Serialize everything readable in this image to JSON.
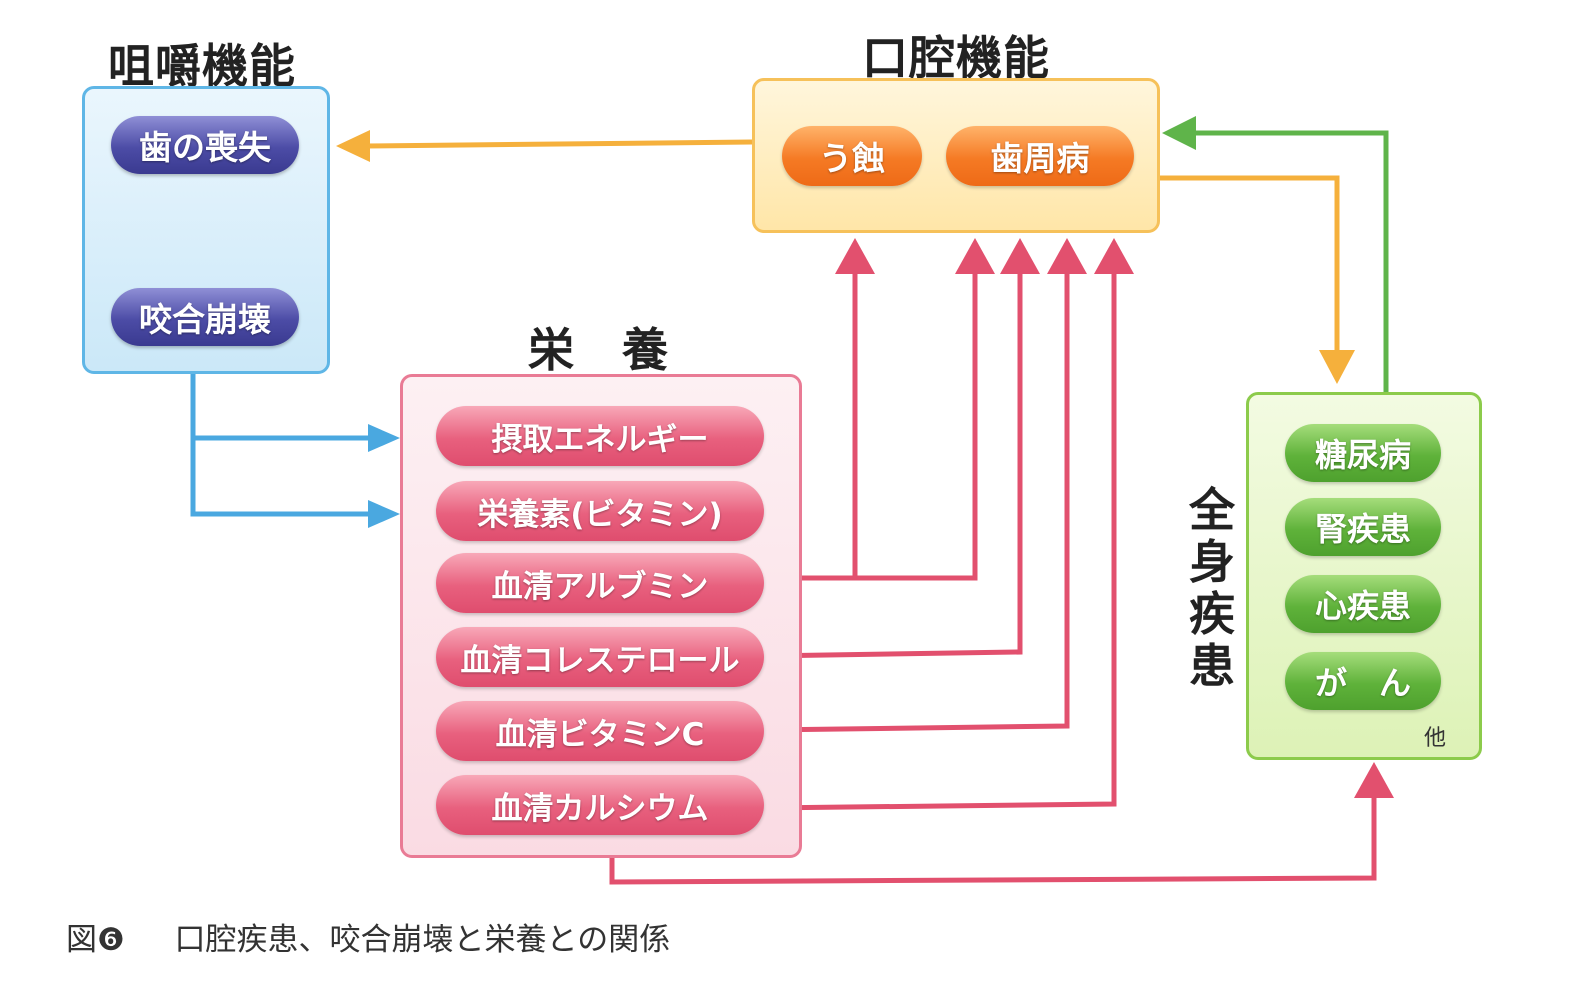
{
  "headings": {
    "mastication": "咀嚼機能",
    "oral": "口腔機能",
    "nutrition": "栄　養",
    "systemic": [
      "全",
      "身",
      "疾",
      "患"
    ]
  },
  "mastication_items": [
    "歯の喪失",
    "咬合崩壊"
  ],
  "oral_items": [
    "う蝕",
    "歯周病"
  ],
  "nutrition_items": [
    "摂取エネルギー",
    "栄養素(ビタミン)",
    "血清アルブミン",
    "血清コレステロール",
    "血清ビタミンC",
    "血清カルシウム"
  ],
  "systemic_items": [
    "糖尿病",
    "腎疾患",
    "心疾患",
    "が　ん"
  ],
  "systemic_other": "他",
  "caption": {
    "figure": "図❻",
    "text": "口腔疾患、咬合崩壊と栄養との関係"
  },
  "colors": {
    "blue_arrow": "#4aa8e0",
    "orange_arrow": "#f5b03c",
    "green_arrow": "#5fb44a",
    "pink_arrow": "#e2506e"
  }
}
